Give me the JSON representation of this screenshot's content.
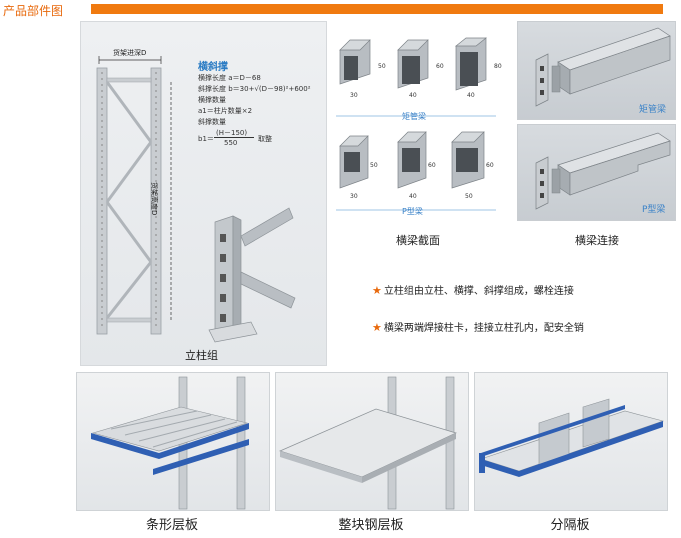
{
  "page": {
    "title": "产品部件图",
    "accent_color": "#f07a10"
  },
  "upright": {
    "depth_label": "货架进深D",
    "height_label": "货架高度D",
    "caption": "立柱组",
    "formula": {
      "title": "横斜撑",
      "line1": "横撑长度 a＝D－68",
      "line2": "斜撑长度 b＝30+√(D－98)²+600²",
      "line3": "横撑数量",
      "line4": "a1＝柱片数量×2",
      "line5": "斜撑数量",
      "line6_prefix": "b1＝",
      "line6_numerator": "(H－150)",
      "line6_denominator": "550",
      "line6_suffix": "取整"
    }
  },
  "beams": {
    "tube_label": "矩管梁",
    "p_label": "P型梁",
    "section_caption": "横梁截面",
    "connection_caption": "横梁连接",
    "tube_connection_label": "矩管梁",
    "p_connection_label": "P型梁",
    "tube_dims": [
      {
        "h": "50",
        "w": "30"
      },
      {
        "h": "60",
        "w": "40"
      },
      {
        "h": "80",
        "w": "40"
      }
    ],
    "p_dims": [
      {
        "h": "50",
        "w": "30"
      },
      {
        "h": "60",
        "w": "40"
      },
      {
        "h": "60",
        "w": "50"
      }
    ]
  },
  "notes": [
    {
      "star": "★",
      "text": "立柱组由立柱、横撑、斜撑组成，螺栓连接"
    },
    {
      "star": "★",
      "text": "横梁两端焊接柱卡，挂接立柱孔内，配安全销"
    }
  ],
  "shelves": [
    {
      "caption": "条形层板"
    },
    {
      "caption": "整块钢层板"
    },
    {
      "caption": "分隔板"
    }
  ],
  "colors": {
    "beam_blue": "#2f5fb3",
    "steel": "#b9bec3",
    "label_blue": "#3a82c8"
  }
}
